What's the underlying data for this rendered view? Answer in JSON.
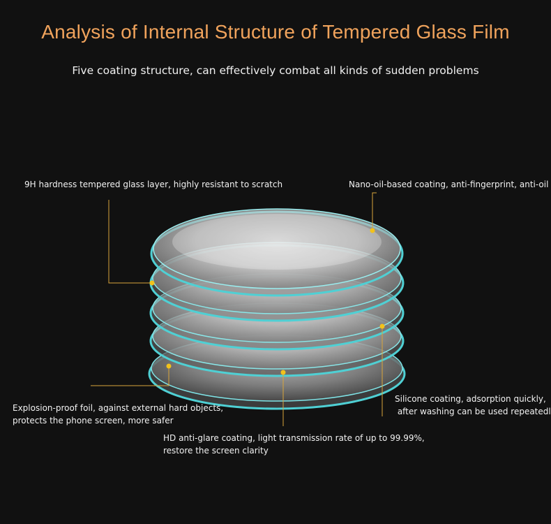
{
  "header": {
    "title": "Analysis of Internal Structure of Tempered Glass Film",
    "subtitle": "Five coating structure, can effectively combat all kinds of sudden problems"
  },
  "labels": {
    "glass_layer": "9H hardness tempered glass layer, highly resistant to scratch",
    "nano_coating": "Nano-oil-based coating, anti-fingerprint, anti-oil",
    "explosion_line1": "Explosion-proof foil, against external hard objects,",
    "explosion_line2": "protects the phone screen, more safer",
    "antiglare_line1": "HD anti-glare coating, light transmission rate of up to 99.99%,",
    "antiglare_line2": "restore the screen clarity",
    "silicone_line1": "Silicone coating, adsorption quickly,",
    "silicone_line2": " after washing can be used repeatedly"
  },
  "colors": {
    "title": "#f0a35c",
    "accent_line": "#d9a53a",
    "dot": "#f2c21b",
    "rim": "#4fd0d4",
    "background": "#111111"
  }
}
